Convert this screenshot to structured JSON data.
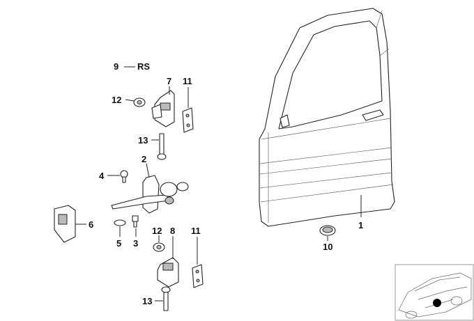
{
  "diagram": {
    "labels": [
      {
        "id": "9",
        "text": "9"
      },
      {
        "id": "rs",
        "text": "RS"
      },
      {
        "id": "12a",
        "text": "12"
      },
      {
        "id": "7",
        "text": "7"
      },
      {
        "id": "11a",
        "text": "11"
      },
      {
        "id": "13a",
        "text": "13"
      },
      {
        "id": "2",
        "text": "2"
      },
      {
        "id": "4",
        "text": "4"
      },
      {
        "id": "6",
        "text": "6"
      },
      {
        "id": "5",
        "text": "5"
      },
      {
        "id": "3",
        "text": "3"
      },
      {
        "id": "12b",
        "text": "12"
      },
      {
        "id": "8",
        "text": "8"
      },
      {
        "id": "11b",
        "text": "11"
      },
      {
        "id": "13b",
        "text": "13"
      },
      {
        "id": "1",
        "text": "1"
      },
      {
        "id": "10",
        "text": "10"
      }
    ],
    "locator_marker_color": "#000000"
  }
}
